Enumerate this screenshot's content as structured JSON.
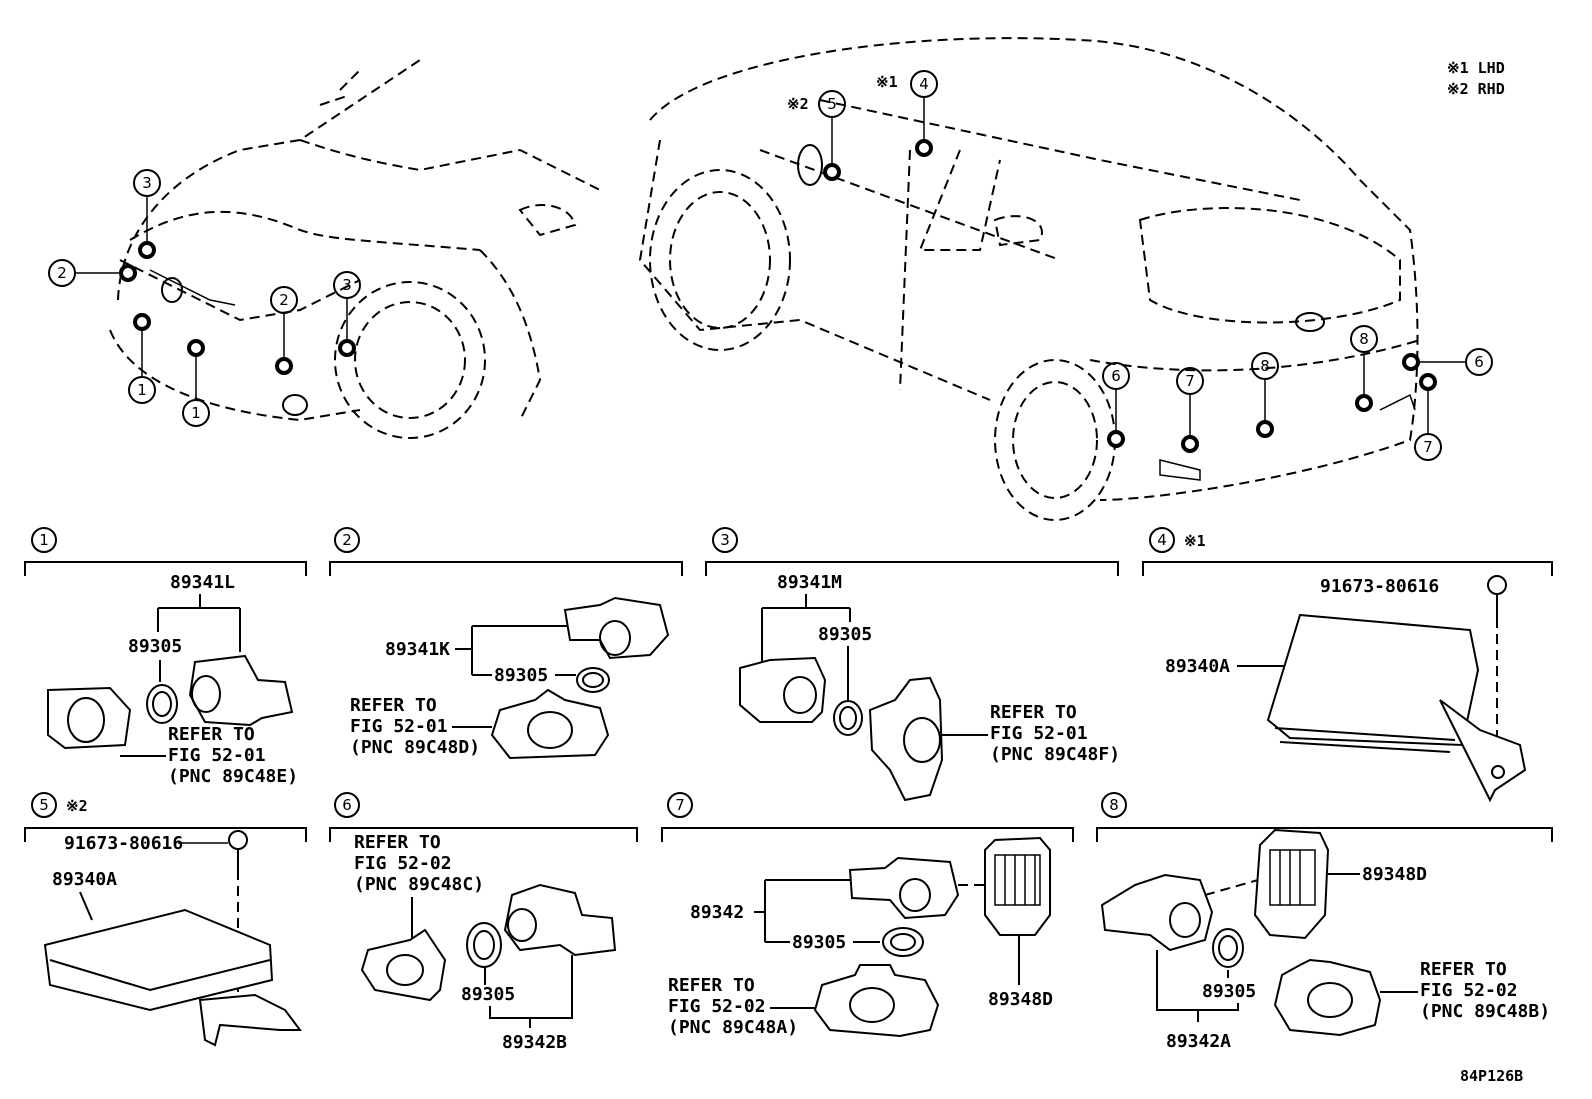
{
  "legend": {
    "lhd": "※1 LHD",
    "rhd": "※2 RHD"
  },
  "diagram_code": "84P126B",
  "callouts": {
    "c1": "1",
    "c2": "2",
    "c3": "3",
    "c4": "4",
    "c5": "5",
    "c6": "6",
    "c7": "7",
    "c8": "8",
    "note1": "※1",
    "note2": "※2"
  },
  "sections": {
    "s1": {
      "parts": {
        "assy": "89341L",
        "ring": "89305"
      },
      "refer": [
        "REFER TO",
        "FIG 52-01",
        "(PNC 89C48E)"
      ]
    },
    "s2": {
      "parts": {
        "assy": "89341K",
        "ring": "89305"
      },
      "refer": [
        "REFER TO",
        "FIG 52-01",
        "(PNC 89C48D)"
      ]
    },
    "s3": {
      "parts": {
        "assy": "89341M",
        "ring": "89305"
      },
      "refer": [
        "REFER TO",
        "FIG 52-01",
        "(PNC 89C48F)"
      ]
    },
    "s4": {
      "parts": {
        "ecu": "89340A",
        "bolt": "91673-80616"
      }
    },
    "s5": {
      "parts": {
        "ecu": "89340A",
        "bolt": "91673-80616"
      }
    },
    "s6": {
      "parts": {
        "assy": "89342B",
        "ring": "89305"
      },
      "refer": [
        "REFER TO",
        "FIG 52-02",
        "(PNC 89C48C)"
      ]
    },
    "s7": {
      "parts": {
        "assy": "89342",
        "ring": "89305",
        "retainer": "89348D"
      },
      "refer": [
        "REFER TO",
        "FIG 52-02",
        "(PNC 89C48A)"
      ]
    },
    "s8": {
      "parts": {
        "assy": "89342A",
        "ring": "89305",
        "retainer": "89348D"
      },
      "refer": [
        "REFER TO",
        "FIG 52-02",
        "(PNC 89C48B)"
      ]
    }
  }
}
